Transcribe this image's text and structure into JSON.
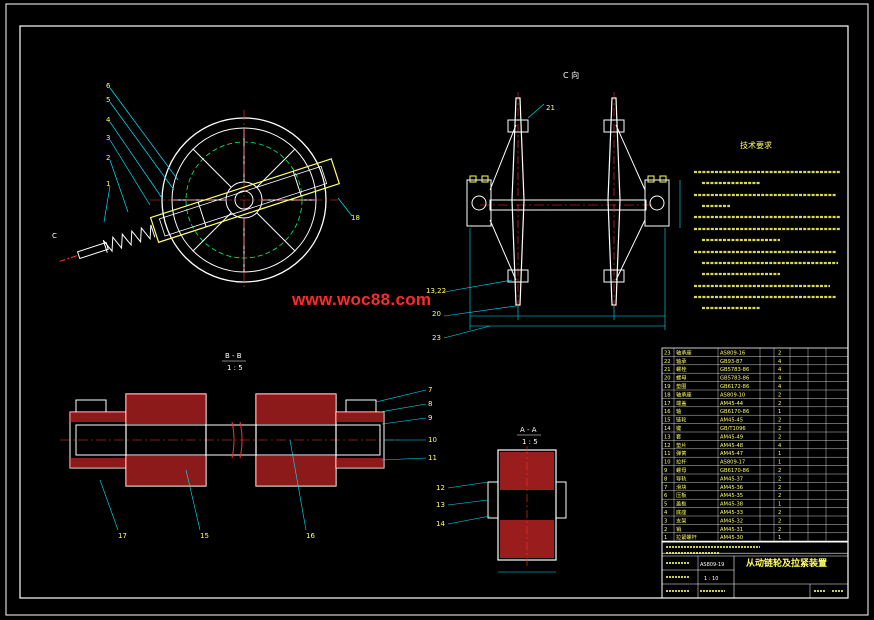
{
  "watermark": "www.woc88.com",
  "views": {
    "c_view_label": "C 向",
    "bb_label": "B - B",
    "bb_scale": "1 : 5",
    "aa_label": "A - A",
    "aa_scale": "1 : 5",
    "c_arrow": "C"
  },
  "tech_req": {
    "title": "技术要求"
  },
  "title_block": {
    "name": "从动链轮及拉紧装置",
    "scale": "1 : 10",
    "drawing_no": "AS809-19"
  },
  "parts_table": {
    "rows": [
      {
        "no": "23",
        "name": "轴承座",
        "code": "AS809-16",
        "qty": "2"
      },
      {
        "no": "22",
        "name": "轴承",
        "code": "GB93-87",
        "qty": "4"
      },
      {
        "no": "21",
        "name": "螺栓",
        "code": "GB5783-86",
        "qty": "4"
      },
      {
        "no": "20",
        "name": "螺母",
        "code": "GB5783-86",
        "qty": "4"
      },
      {
        "no": "19",
        "name": "垫圈",
        "code": "GB6172-86",
        "qty": "4"
      },
      {
        "no": "18",
        "name": "轴承座",
        "code": "AS809-10",
        "qty": "2"
      },
      {
        "no": "17",
        "name": "端盖",
        "code": "AM45-44",
        "qty": "2"
      },
      {
        "no": "16",
        "name": "轴",
        "code": "GB6170-86",
        "qty": "1"
      },
      {
        "no": "15",
        "name": "链轮",
        "code": "AM45-45",
        "qty": "2"
      },
      {
        "no": "14",
        "name": "键",
        "code": "GB/T1096",
        "qty": "2"
      },
      {
        "no": "13",
        "name": "套",
        "code": "AM45-49",
        "qty": "2"
      },
      {
        "no": "12",
        "name": "垫片",
        "code": "AM45-48",
        "qty": "4"
      },
      {
        "no": "11",
        "name": "弹簧",
        "code": "AM45-47",
        "qty": "1"
      },
      {
        "no": "10",
        "name": "拉杆",
        "code": "AS809-17",
        "qty": "1"
      },
      {
        "no": "9",
        "name": "螺母",
        "code": "GB6170-86",
        "qty": "2"
      },
      {
        "no": "8",
        "name": "导轨",
        "code": "AM45-37",
        "qty": "2"
      },
      {
        "no": "7",
        "name": "滑块",
        "code": "AM45-36",
        "qty": "2"
      },
      {
        "no": "6",
        "name": "压板",
        "code": "AM45-35",
        "qty": "2"
      },
      {
        "no": "5",
        "name": "盖板",
        "code": "AM45-38",
        "qty": "1"
      },
      {
        "no": "4",
        "name": "底座",
        "code": "AM45-33",
        "qty": "2"
      },
      {
        "no": "3",
        "name": "支架",
        "code": "AM45-32",
        "qty": "2"
      },
      {
        "no": "2",
        "name": "销",
        "code": "AM45-31",
        "qty": "2"
      },
      {
        "no": "1",
        "name": "拉紧螺杆",
        "code": "AM45-30",
        "qty": "1"
      }
    ]
  },
  "callouts": {
    "wheel": [
      "1",
      "2",
      "3",
      "4",
      "5",
      "6"
    ],
    "wheel_right": "18",
    "c_view": [
      "21",
      "13,22",
      "20",
      "23"
    ],
    "bb_right": [
      "7",
      "8",
      "9",
      "10",
      "11"
    ],
    "bb_bottom": [
      "17",
      "15",
      "16"
    ],
    "aa_left": [
      "12",
      "13",
      "14"
    ]
  },
  "colors": {
    "outline": "#ffffff",
    "center": "#ff3030",
    "dim": "#00e5ff",
    "part": "#ffff66",
    "hatch": "#ff3030",
    "green": "#00ff66"
  }
}
